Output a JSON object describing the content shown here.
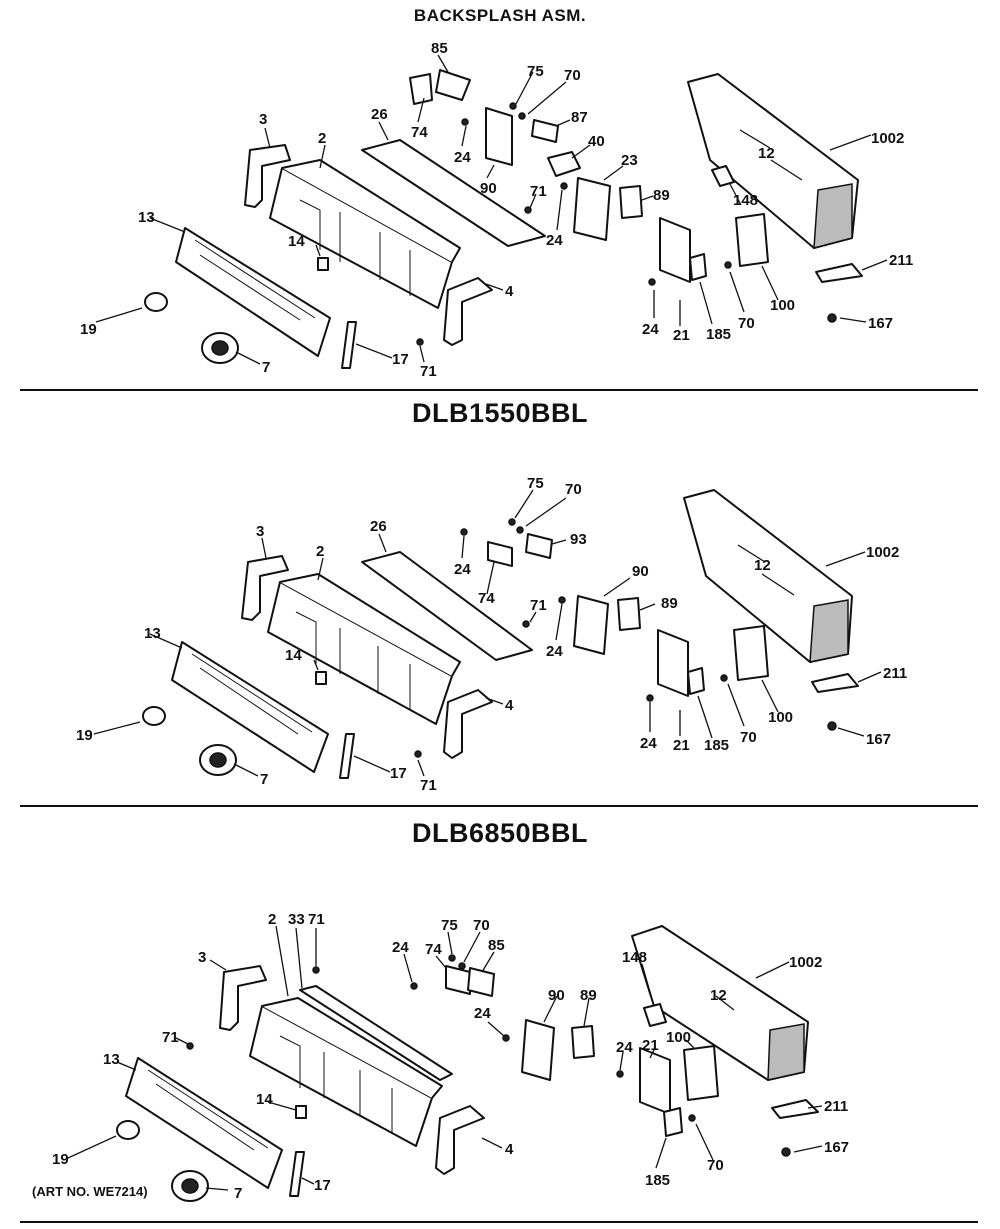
{
  "headings": {
    "top": "BACKSPLASH ASM.",
    "middle": "DLB1550BBL",
    "bottom": "DLB6850BBL"
  },
  "art_number": "(ART NO. WE7214)",
  "diagrams": [
    {
      "labels": [
        "85",
        "75",
        "70",
        "3",
        "26",
        "74",
        "87",
        "2",
        "24",
        "40",
        "23",
        "90",
        "71",
        "1002",
        "12",
        "148",
        "89",
        "13",
        "24",
        "14",
        "4",
        "211",
        "19",
        "24",
        "21",
        "185",
        "70",
        "100",
        "167",
        "7",
        "17",
        "71"
      ]
    },
    {
      "labels": [
        "75",
        "70",
        "3",
        "26",
        "93",
        "2",
        "24",
        "90",
        "74",
        "71",
        "1002",
        "12",
        "89",
        "13",
        "24",
        "14",
        "4",
        "211",
        "19",
        "24",
        "21",
        "185",
        "70",
        "100",
        "167",
        "7",
        "17",
        "71"
      ]
    },
    {
      "labels": [
        "2",
        "33",
        "71",
        "75",
        "70",
        "24",
        "74",
        "85",
        "148",
        "1002",
        "3",
        "90",
        "89",
        "12",
        "24",
        "71",
        "24",
        "21",
        "100",
        "13",
        "14",
        "211",
        "4",
        "19",
        "185",
        "70",
        "167",
        "7",
        "17"
      ]
    }
  ]
}
